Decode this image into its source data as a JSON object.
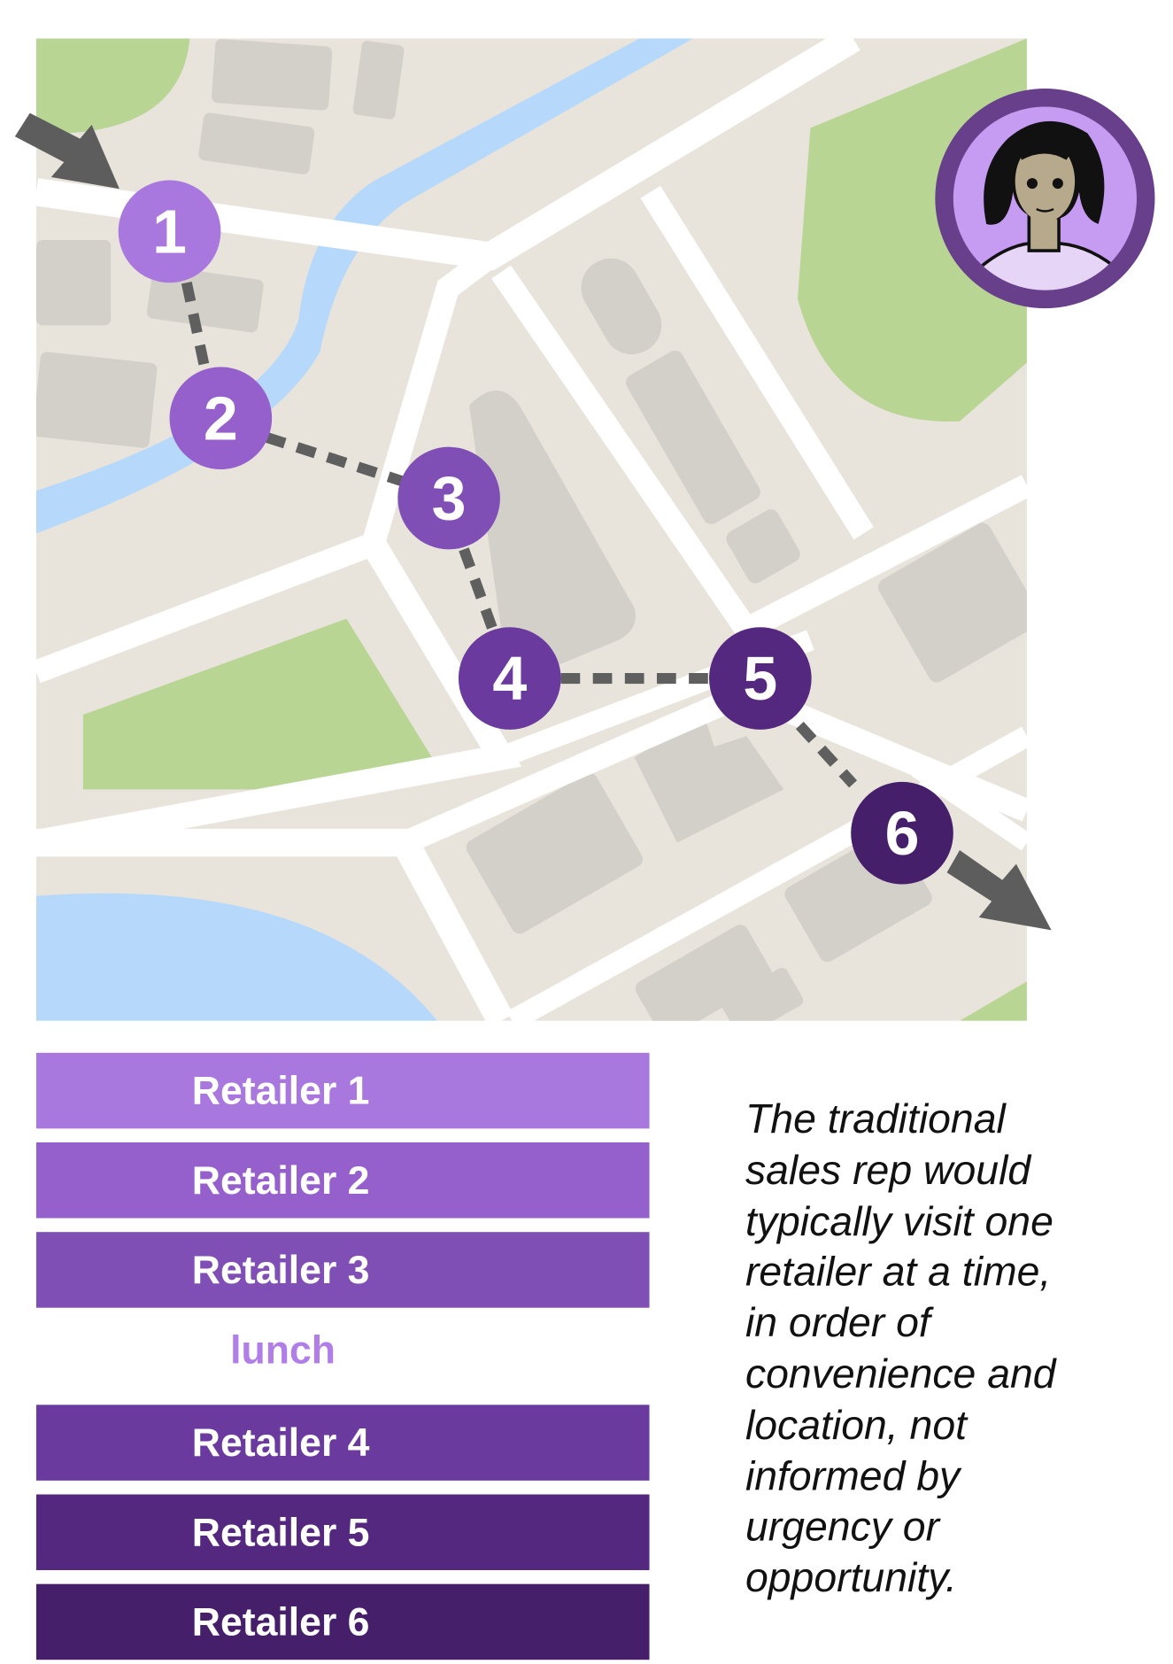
{
  "map": {
    "stops": [
      {
        "label": "1",
        "color": "#a878de"
      },
      {
        "label": "2",
        "color": "#9560cb"
      },
      {
        "label": "3",
        "color": "#7f4fb5"
      },
      {
        "label": "4",
        "color": "#6a3a9e"
      },
      {
        "label": "5",
        "color": "#55287f"
      },
      {
        "label": "6",
        "color": "#451f6a"
      }
    ]
  },
  "schedule": {
    "items": [
      {
        "label": "Retailer 1",
        "color": "#a878de"
      },
      {
        "label": "Retailer 2",
        "color": "#9560cb"
      },
      {
        "label": "Retailer 3",
        "color": "#7f4fb5"
      },
      {
        "label": "lunch",
        "color": "#b17ee8"
      },
      {
        "label": "Retailer 4",
        "color": "#6a3a9e"
      },
      {
        "label": "Retailer 5",
        "color": "#55287f"
      },
      {
        "label": "Retailer 6",
        "color": "#451f6a"
      }
    ]
  },
  "note": "The traditional sales rep would typically visit one retailer at a time, in order of convenience and location, not informed by urgency or opportunity."
}
